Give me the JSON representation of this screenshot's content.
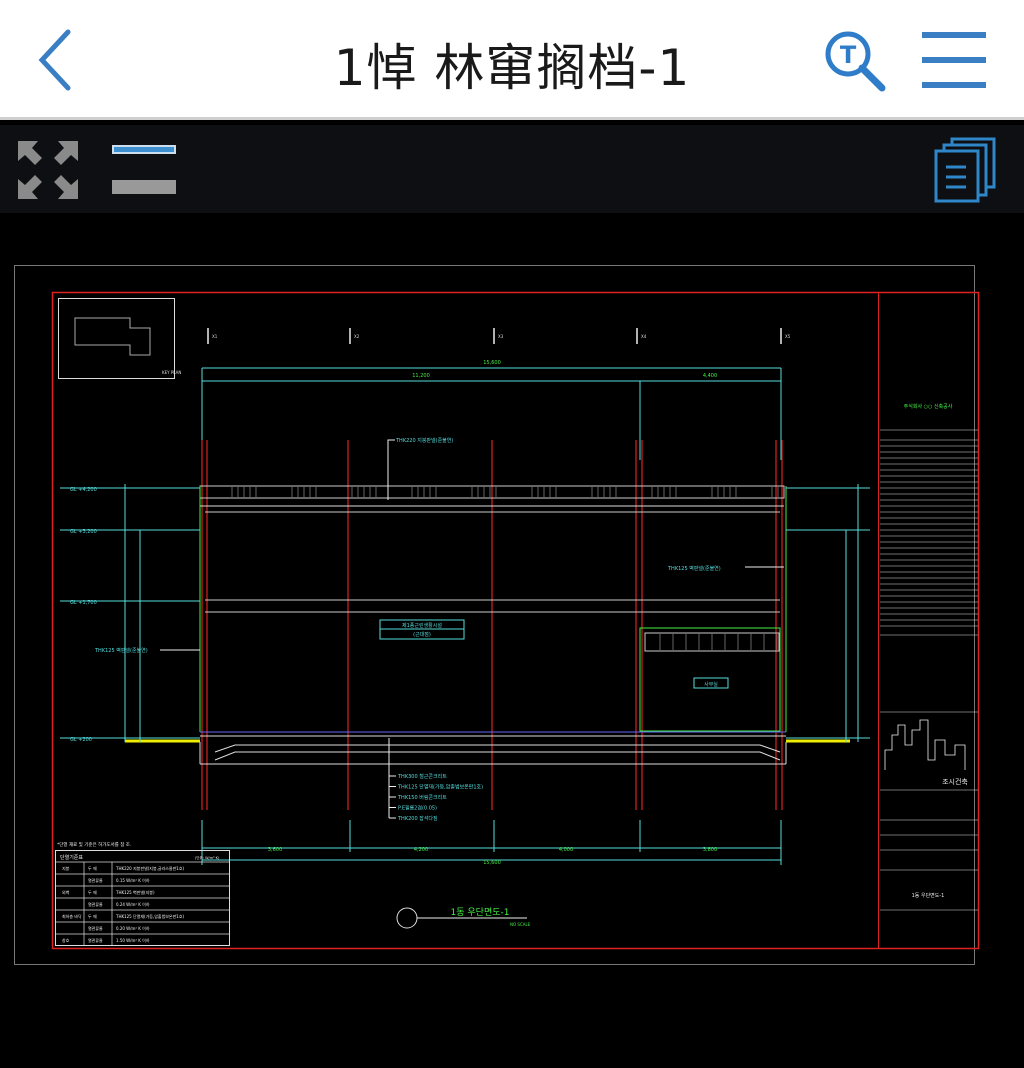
{
  "header": {
    "title": "1悼 林窜搁档-1",
    "back_icon": "chevron-left-icon",
    "search_icon": "text-search-icon",
    "menu_icon": "hamburger-menu-icon"
  },
  "toolbar": {
    "expand_icon": "fullscreen-expand-icon",
    "layer_icon": "layer-toggle-icon",
    "pages_icon": "documents-icon"
  },
  "drawing": {
    "title": "1동 우단면도-1",
    "scale": "NO SCALE",
    "keyplan_label": "KEY PLAN",
    "top_total_dim": "15,600",
    "top_dims": [
      "11,200",
      "4,400"
    ],
    "bottom_dims": [
      "3,600",
      "4,200",
      "4,000",
      "3,800"
    ],
    "bottom_total_dim": "15,600",
    "grid_marks": [
      "X1",
      "X2",
      "X3",
      "X4",
      "X5"
    ],
    "level_labels": [
      "GL +4,200",
      "GL +3,200",
      "GL +1,700",
      "GL +200"
    ],
    "room_label": "제1종근린생활시설",
    "room_sub": "(근대점)",
    "office_label": "사무실",
    "notes_top": "THK220 지붕판넬(준불연)",
    "notes_right": "THK125 벽판넬(준불연)",
    "notes_left": "THK125 벽판넬(준불연)",
    "notes_floor": [
      "THK300 철근콘크리트",
      "THK125 단열재(가등,압출법보온판1호)",
      "THK150 버림콘크리트",
      "P.E필름2겹(0.05)",
      "THK200 잡석다짐"
    ],
    "table_note": "*단열 재료 및 기준은 허가도서를 참 조.",
    "table_title": "단열기준표",
    "table_unit": "(단위: W/m²·K)",
    "table_rows": [
      [
        "지붕",
        "두 께",
        "THK220 지붕판넬(지붕,글라스울판1호)"
      ],
      [
        "",
        "열관류율",
        "0.15 W/m² K 이하"
      ],
      [
        "외벽",
        "두 께",
        "THK125 벽판넬(지붕)"
      ],
      [
        "",
        "열관류율",
        "0.24 W/m² K 이하"
      ],
      [
        "최하층 바닥",
        "두 께",
        "THK125 단열재(가등,압출법보온판1호)"
      ],
      [
        "",
        "열관류율",
        "0.20 W/m² K 이하"
      ],
      [
        "창호",
        "열관류율",
        "1.50 W/m² K 이하"
      ]
    ],
    "titleblock": {
      "project": "주식회사 ○○ 신축공사",
      "company": "조시건축",
      "drawing_name": "1동 우단면도-1"
    }
  }
}
